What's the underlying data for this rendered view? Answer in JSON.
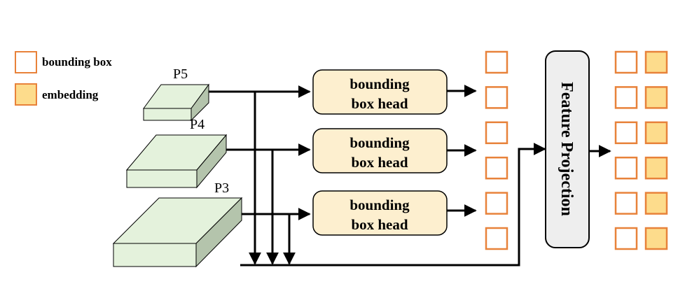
{
  "legend": {
    "items": [
      {
        "label": "bounding box",
        "fill": "#ffffff",
        "stroke": "#e8823a"
      },
      {
        "label": "embedding",
        "fill": "#fddc8c",
        "stroke": "#e8823a"
      }
    ]
  },
  "pyramid": {
    "levels": [
      {
        "label": "P5"
      },
      {
        "label": "P4"
      },
      {
        "label": "P3"
      }
    ],
    "face_color": "#e4f2dc",
    "side_color": "#b4c4ac"
  },
  "heads": [
    {
      "line1": "bounding",
      "line2": "box head"
    },
    {
      "line1": "bounding",
      "line2": "box head"
    },
    {
      "line1": "bounding",
      "line2": "box head"
    }
  ],
  "head_fill": "#fdefcf",
  "projection": {
    "label": "Feature Projection",
    "fill": "#eeeeee"
  },
  "box_stroke": "#e8823a",
  "embedding_fill": "#fddc8c",
  "output_rows": 6
}
